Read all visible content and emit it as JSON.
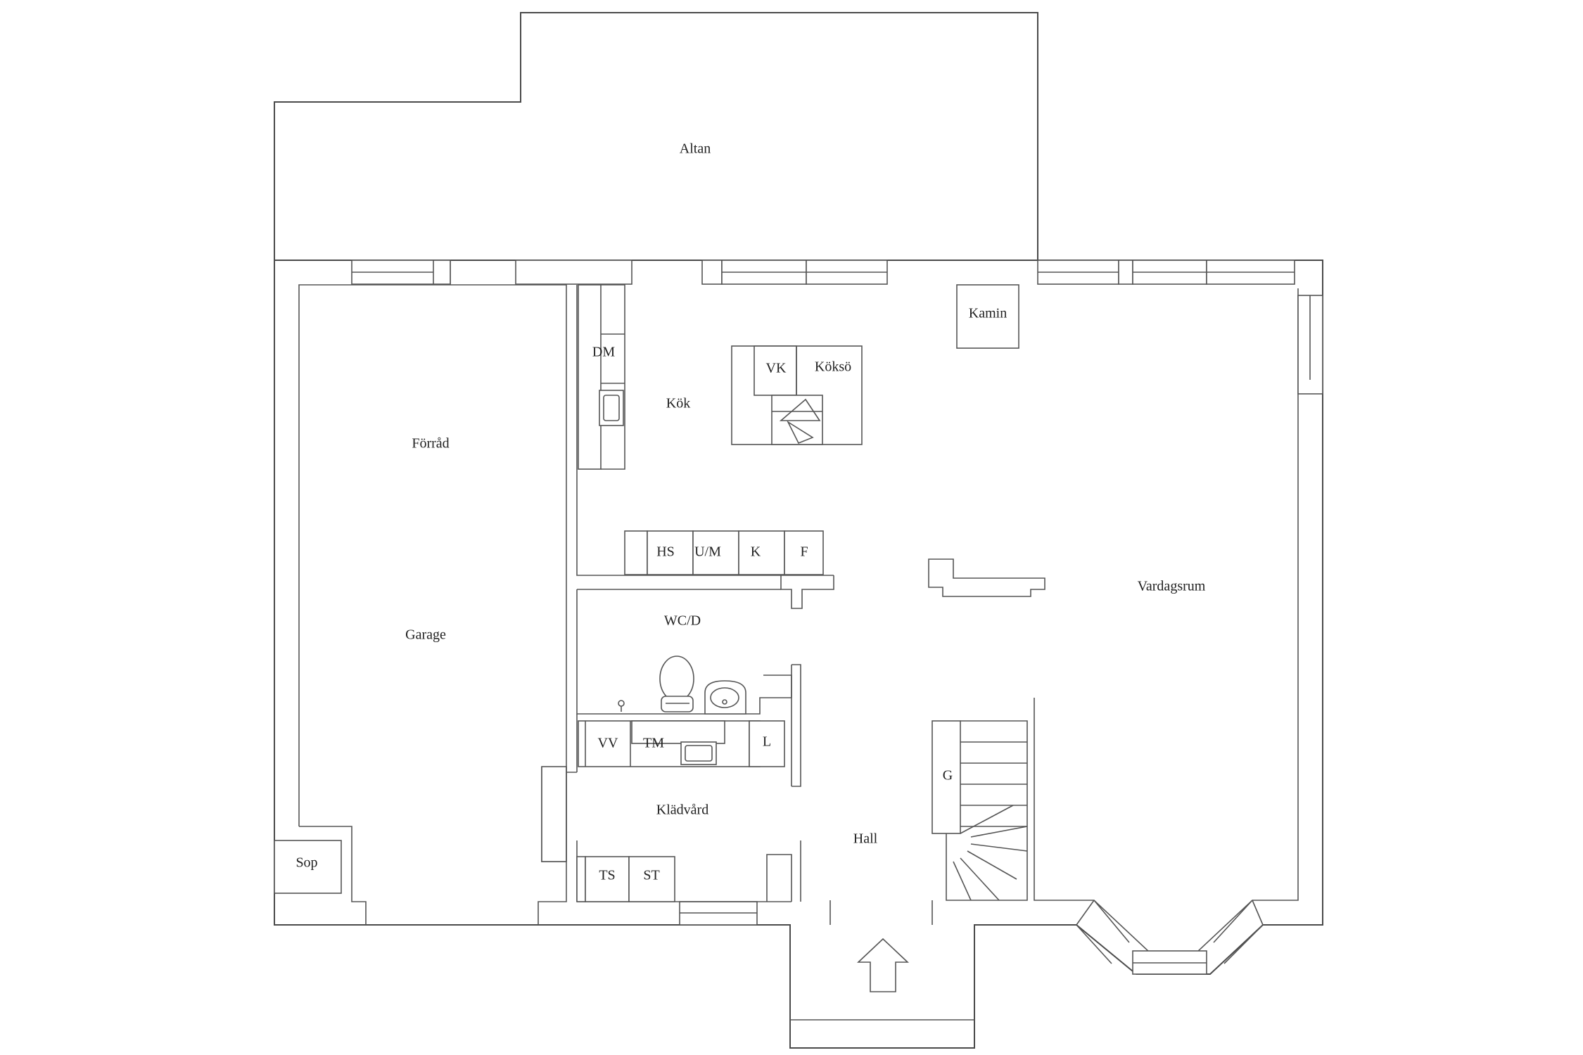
{
  "rooms": {
    "altan": "Altan",
    "forrad": "Förråd",
    "garage": "Garage",
    "sop": "Sop",
    "kok": "Kök",
    "kokso": "Köksö",
    "kamin": "Kamin",
    "wcd": "WC/D",
    "kladvard": "Klädvård",
    "hall": "Hall",
    "vardagsrum": "Vardagsrum"
  },
  "fixtures": {
    "dm": "DM",
    "vk": "VK",
    "hs": "HS",
    "um": "U/M",
    "k": "K",
    "f": "F",
    "vv": "VV",
    "tm": "TM",
    "l": "L",
    "g": "G",
    "ts": "TS",
    "st": "ST"
  },
  "icons": {
    "entrance": "entrance-arrow-icon",
    "toilet": "toilet-icon",
    "basin": "washbasin-icon",
    "sink": "kitchen-sink-icon",
    "hob": "cooktop-icon",
    "stairs": "stairs-icon"
  }
}
